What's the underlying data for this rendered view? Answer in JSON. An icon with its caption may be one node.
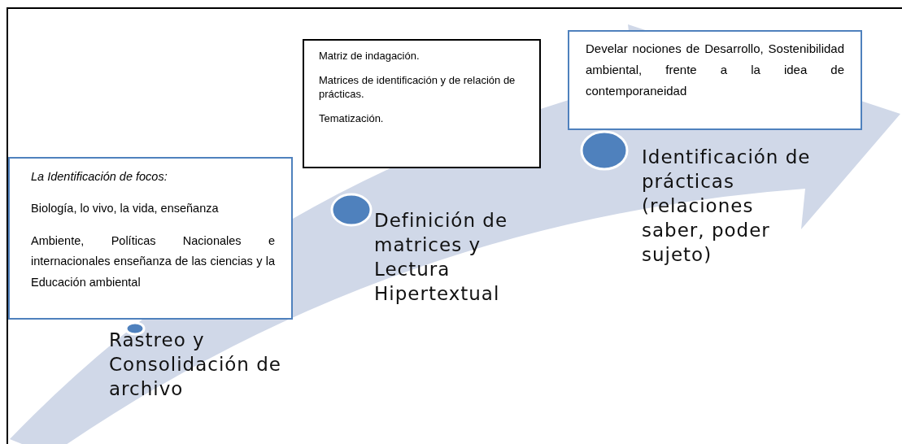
{
  "diagram": {
    "nodes": [
      {
        "text": [
          "La Identificación de focos:",
          "Biología, lo vivo, la vida, enseñanza",
          "Ambiente, Políticas Nacionales e internacionales enseñanza de las ciencias y la Educación ambiental"
        ]
      },
      {
        "text": [],
        "shape": "circle"
      },
      {
        "text": [
          "Rastreo y Consolidación de archivo"
        ]
      },
      {
        "text": [
          "Matriz de indagación.",
          "Matrices de identificación y de relación de prácticas.",
          "Tematización."
        ]
      },
      {
        "text": [],
        "shape": "circle"
      },
      {
        "text": [
          "Definición de matrices y Lectura Hipertextual"
        ]
      },
      {
        "text": [
          "Develar nociones de Desarrollo, Sostenibilidad ambiental, frente a la idea de contemporaneidad"
        ]
      },
      {
        "text": [],
        "shape": "circle"
      },
      {
        "text": [
          "Identificación de prácticas (relaciones saber, poder sujeto)"
        ]
      }
    ]
  }
}
